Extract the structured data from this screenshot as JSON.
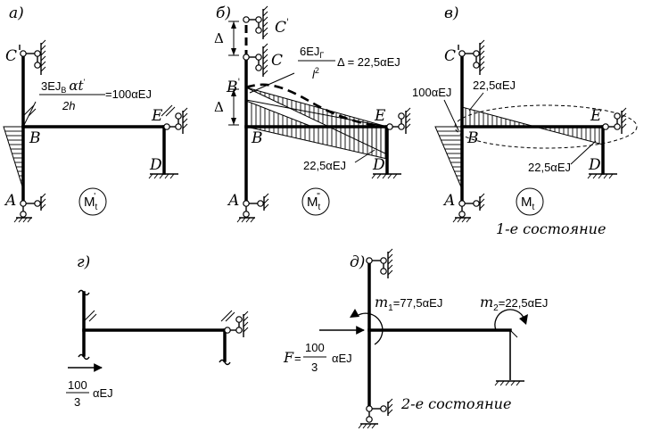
{
  "panels": {
    "a": {
      "title": "а)",
      "nodes": {
        "C": "C",
        "B": "B",
        "E": "E",
        "D": "D",
        "A": "A"
      },
      "moment_num": "3EJ",
      "moment_sub": "В",
      "moment_alpha": "αt",
      "moment_prime": "'",
      "moment_den": "2h",
      "moment_result": "=100αEJ",
      "diagram_main": "M",
      "diagram_sub": "t",
      "diagram_sup": "'"
    },
    "b": {
      "title": "б)",
      "nodes": {
        "C1": "C",
        "C1_prime": "'",
        "C": "C",
        "B1": "B",
        "B1_prime": "'",
        "B": "B",
        "E": "E",
        "D": "D",
        "A": "A"
      },
      "delta_symbol": "Δ",
      "formula_num": "6EJ",
      "formula_sub": "Г",
      "formula_den": "l",
      "formula_den_sup": "2",
      "formula_tail": "Δ = 22,5αEJ",
      "value_E": "22,5αEJ",
      "diagram_main": "M",
      "diagram_sub": "t",
      "diagram_sup": "\""
    },
    "v": {
      "title": "в)",
      "nodes": {
        "C": "C",
        "B": "B",
        "E": "E",
        "D": "D",
        "A": "A"
      },
      "value_left": "100αEJ",
      "value_top": "22,5αEJ",
      "value_E": "22,5αEJ",
      "diagram_main": "M",
      "diagram_sub": "t",
      "caption": "1-е состояние"
    },
    "g": {
      "title": "г)",
      "force_num": "100",
      "force_den": "3",
      "force_unit": "αEJ"
    },
    "d": {
      "title": "д)",
      "m1_label": "m",
      "m1_sub": "1",
      "m1_value": "=77,5αEJ",
      "m2_label": "m",
      "m2_sub": "2",
      "m2_value": "=22,5αEJ",
      "f_label": "F",
      "f_eq": "=",
      "f_num": "100",
      "f_den": "3",
      "f_unit": "αEJ",
      "caption": "2-е состояние"
    }
  }
}
